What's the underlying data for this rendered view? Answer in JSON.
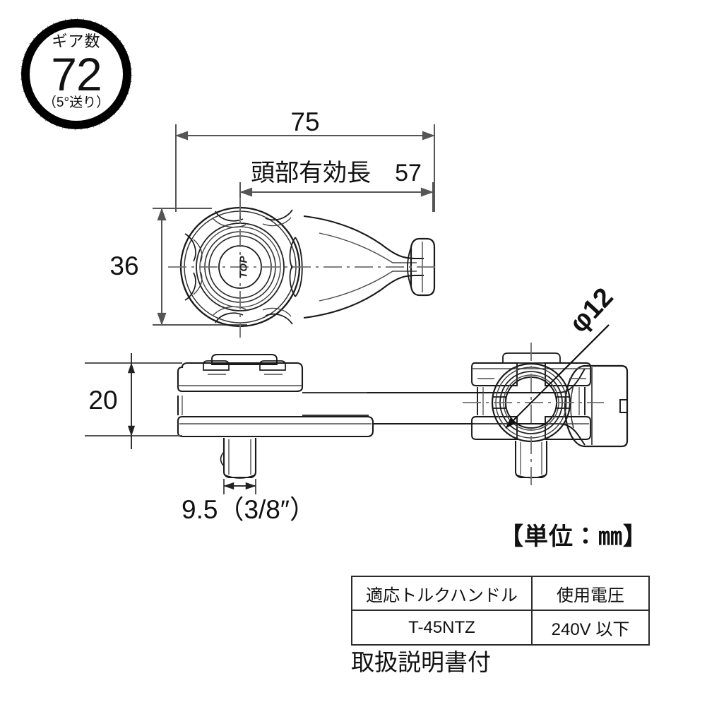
{
  "badge": {
    "label_top": "ギア数",
    "value": "72",
    "label_sub": "（5°送り）",
    "shape": "gear-teeth-circle"
  },
  "dimensions": {
    "overall_length": "75",
    "head_effective_length": "頭部有効長　57",
    "head_diameter": "36",
    "head_thickness": "20",
    "square_drive": "9.5（3/8″）",
    "bore_diameter": "φ12"
  },
  "notes": {
    "unit": "【単位：㎜】",
    "manual": "取扱説明書付"
  },
  "spec_table": {
    "headers": [
      "適応トルクハンドル",
      "使用電圧"
    ],
    "rows": [
      [
        "T-45NTZ",
        "240V 以下"
      ]
    ]
  },
  "product": {
    "brand_logo": "TOP",
    "views": [
      "top-view",
      "side-view",
      "end-view"
    ]
  },
  "colors": {
    "outline": "#1a1a1a",
    "dimension": "#555555",
    "centerline": "#666666",
    "background": "#ffffff"
  }
}
